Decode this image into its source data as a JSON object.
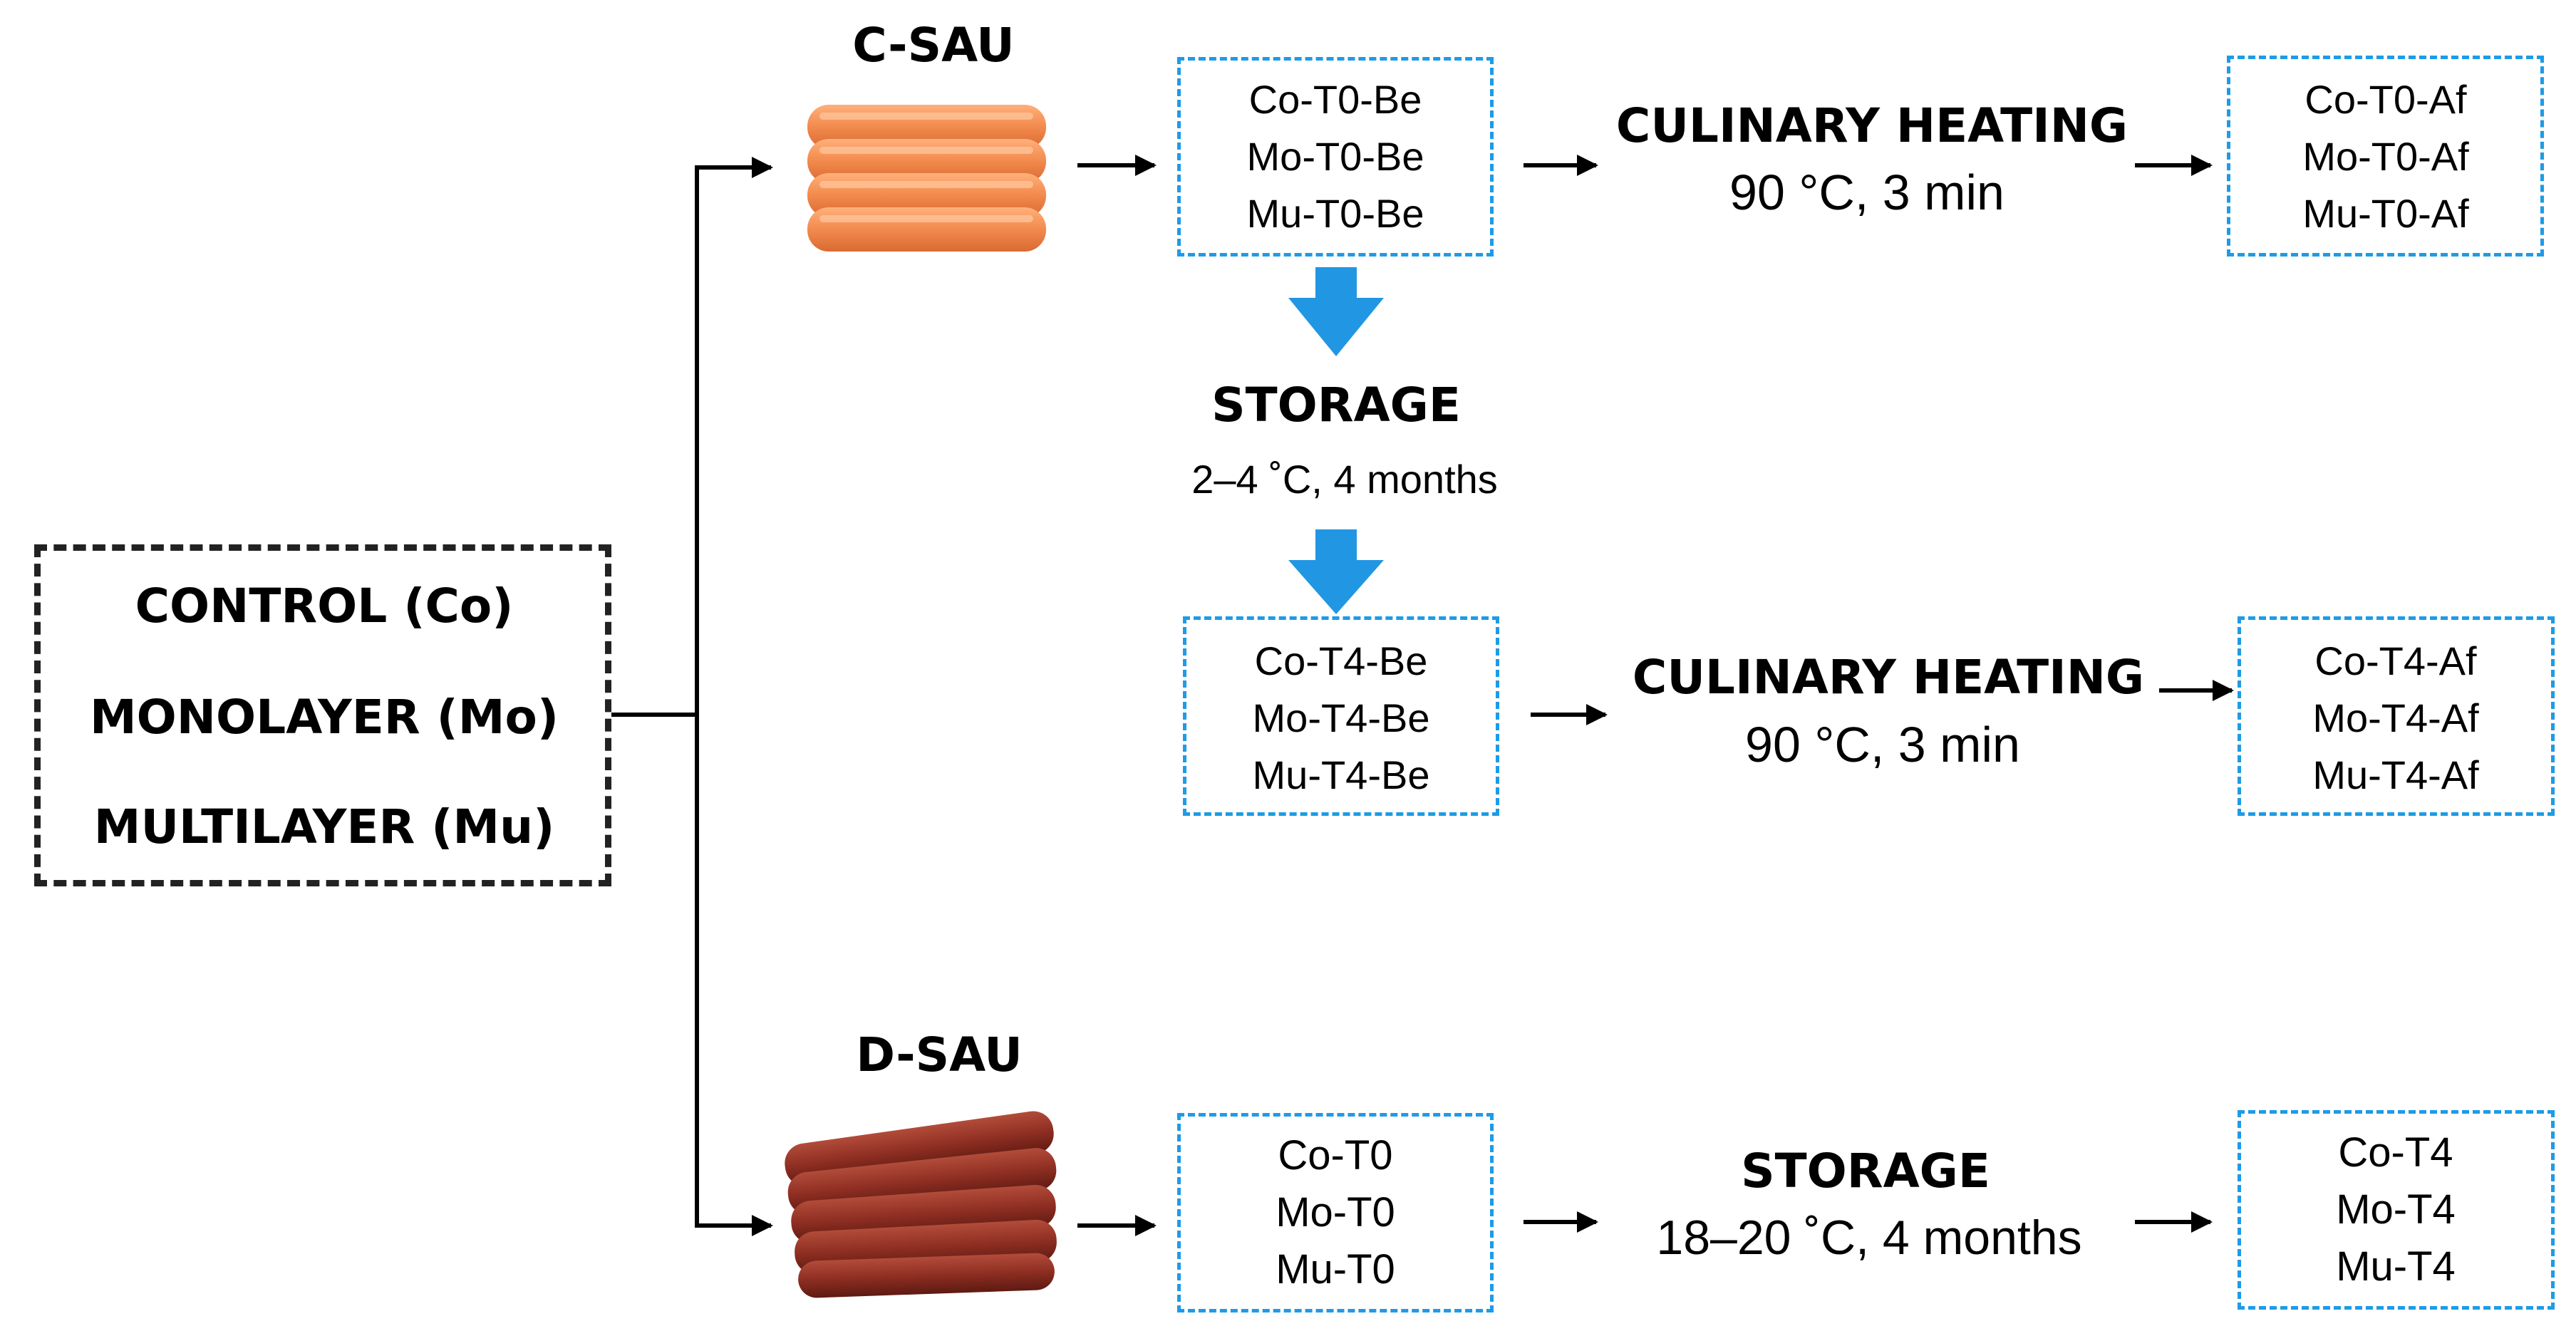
{
  "groups": {
    "items": [
      {
        "label": "CONTROL (Co)"
      },
      {
        "label": "MONOLAYER (Mo)"
      },
      {
        "label": "MULTILAYER (Mu)"
      }
    ]
  },
  "csau": {
    "title": "C-SAU",
    "before_t0": [
      "Co-T0-Be",
      "Mo-T0-Be",
      "Mu-T0-Be"
    ],
    "heating1_title": "CULINARY HEATING",
    "heating1_cond": "90 °C, 3 min",
    "after_t0": [
      "Co-T0-Af",
      "Mo-T0-Af",
      "Mu-T0-Af"
    ],
    "storage_title": "STORAGE",
    "storage_cond": "2–4 ˚C, 4 months",
    "before_t4": [
      "Co-T4-Be",
      "Mo-T4-Be",
      "Mu-T4-Be"
    ],
    "heating2_title": "CULINARY HEATING",
    "heating2_cond": "90 °C, 3 min",
    "after_t4": [
      "Co-T4-Af",
      "Mo-T4-Af",
      "Mu-T4-Af"
    ]
  },
  "dsau": {
    "title": "D-SAU",
    "t0": [
      "Co-T0",
      "Mo-T0",
      "Mu-T0"
    ],
    "storage_title": "STORAGE",
    "storage_cond": "18–20 ˚C, 4 months",
    "t4": [
      "Co-T4",
      "Mo-T4",
      "Mu-T4"
    ]
  },
  "colors": {
    "dashed_box": "#1e9be6",
    "down_arrow": "#2196e3",
    "connector": "#000000"
  },
  "icons": {
    "csau_image": "cooked-sausages-image",
    "dsau_image": "dry-sausages-image"
  }
}
